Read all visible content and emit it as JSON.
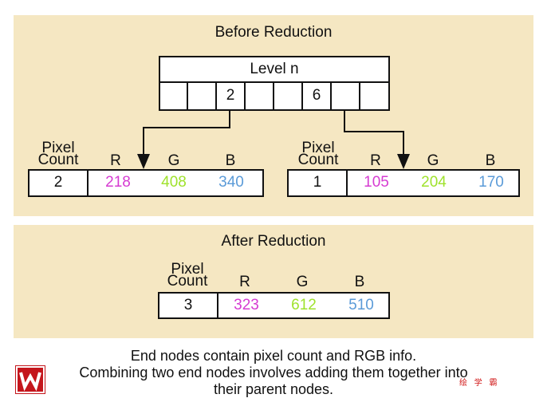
{
  "before": {
    "title": "Before Reduction",
    "level_label": "Level n",
    "slot_values": [
      "",
      "",
      "2",
      "",
      "",
      "6",
      "",
      ""
    ],
    "nodes": [
      {
        "pixel_label": "Pixel",
        "count_label": "Count",
        "r_label": "R",
        "g_label": "G",
        "b_label": "B",
        "count": "2",
        "r": "218",
        "g": "408",
        "b": "340"
      },
      {
        "pixel_label": "Pixel",
        "count_label": "Count",
        "r_label": "R",
        "g_label": "G",
        "b_label": "B",
        "count": "1",
        "r": "105",
        "g": "204",
        "b": "170"
      }
    ]
  },
  "after": {
    "title": "After Reduction",
    "node": {
      "pixel_label": "Pixel",
      "count_label": "Count",
      "r_label": "R",
      "g_label": "G",
      "b_label": "B",
      "count": "3",
      "r": "323",
      "g": "612",
      "b": "510"
    }
  },
  "caption": {
    "line1": "End nodes contain pixel count and RGB info.",
    "line2": "Combining two end nodes involves adding them together into",
    "line3": "their parent nodes."
  },
  "logo": {
    "letter": "W"
  },
  "watermark_text": "绘 学 霸",
  "colors": {
    "panel": "#f5e7c2",
    "r": "#d63cd2",
    "g": "#9fe22c",
    "b": "#5b9bd8",
    "logo": "#c4161c"
  }
}
